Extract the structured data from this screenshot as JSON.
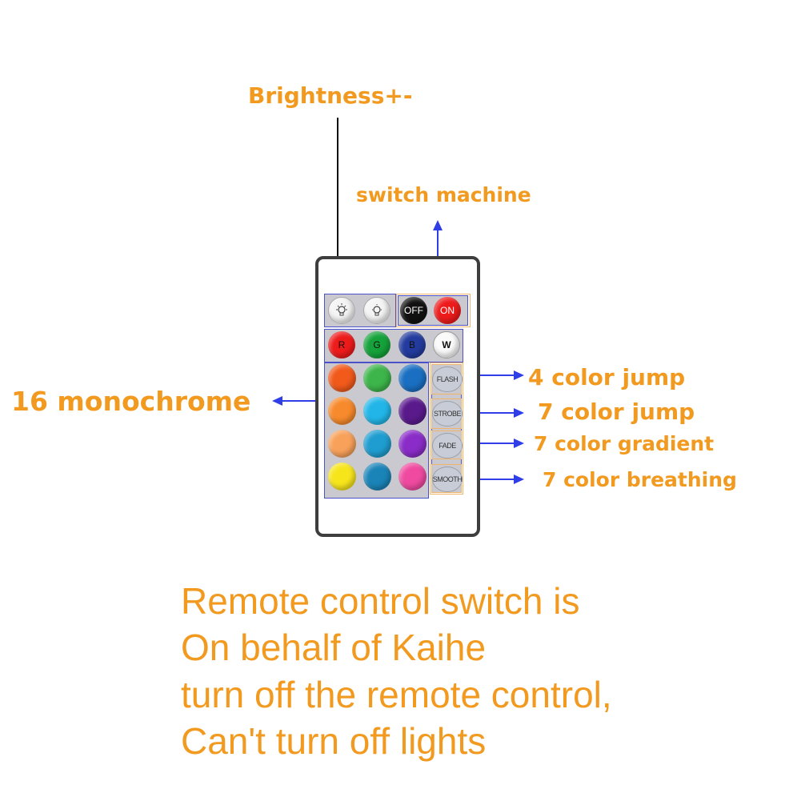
{
  "labels": {
    "brightness": "Brightness+-",
    "switch_machine": "switch machine",
    "monochrome": "16 monochrome",
    "flash_desc": "4 color jump",
    "strobe_desc": "7 color jump",
    "fade_desc": "7 color gradient",
    "smooth_desc": "7 color breathing"
  },
  "remote": {
    "off": "OFF",
    "on": "ON",
    "r": "R",
    "g": "G",
    "b": "B",
    "w": "W",
    "flash": "FLASH",
    "strobe": "STROBE",
    "fade": "FADE",
    "smooth": "SMOOTH",
    "color_buttons": [
      "#f25a1b",
      "#3db54a",
      "#1a6fc2",
      "#f78a2c",
      "#22b6e8",
      "#5a1a8c",
      "#f8a15a",
      "#1f9dd0",
      "#8a2cc8",
      "#f7e51c",
      "#1a84b8",
      "#ef4aa0"
    ]
  },
  "note": {
    "line1": "Remote control switch is",
    "line2": "On behalf of Kaihe",
    "line3": "turn off the remote control,",
    "line4": "Can't turn off lights"
  },
  "colors": {
    "accent": "#f29a1f",
    "arrow": "#2f3ee6",
    "frame": "#4b51c9"
  }
}
